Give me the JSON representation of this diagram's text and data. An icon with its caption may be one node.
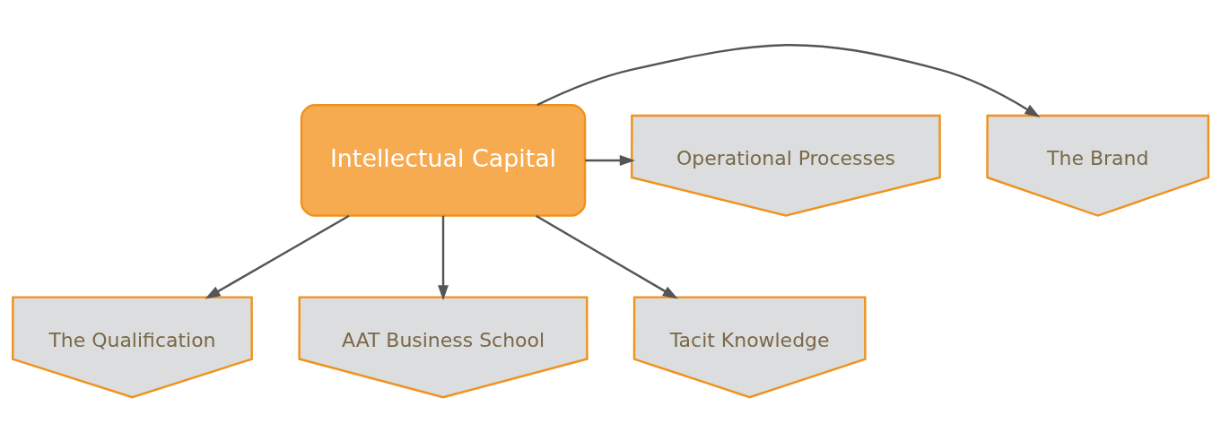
{
  "diagram": {
    "nodes": [
      {
        "text": [
          "The Brand"
        ]
      },
      {
        "text": [
          "Intellectual Capital"
        ]
      },
      {
        "text": [
          "Operational Processes"
        ]
      },
      {
        "text": [
          "The Qualification"
        ]
      },
      {
        "text": [
          "AAT Business School"
        ]
      },
      {
        "text": [
          "Tacit Knowledge"
        ]
      }
    ],
    "edges": [
      {
        "from": 1,
        "to": 0,
        "arrow": "to"
      },
      {
        "from": 1,
        "to": 2,
        "arrow": "to"
      },
      {
        "from": 1,
        "to": 3,
        "arrow": "to"
      },
      {
        "from": 1,
        "to": 4,
        "arrow": "to"
      },
      {
        "from": 1,
        "to": 5,
        "arrow": "to"
      }
    ]
  }
}
